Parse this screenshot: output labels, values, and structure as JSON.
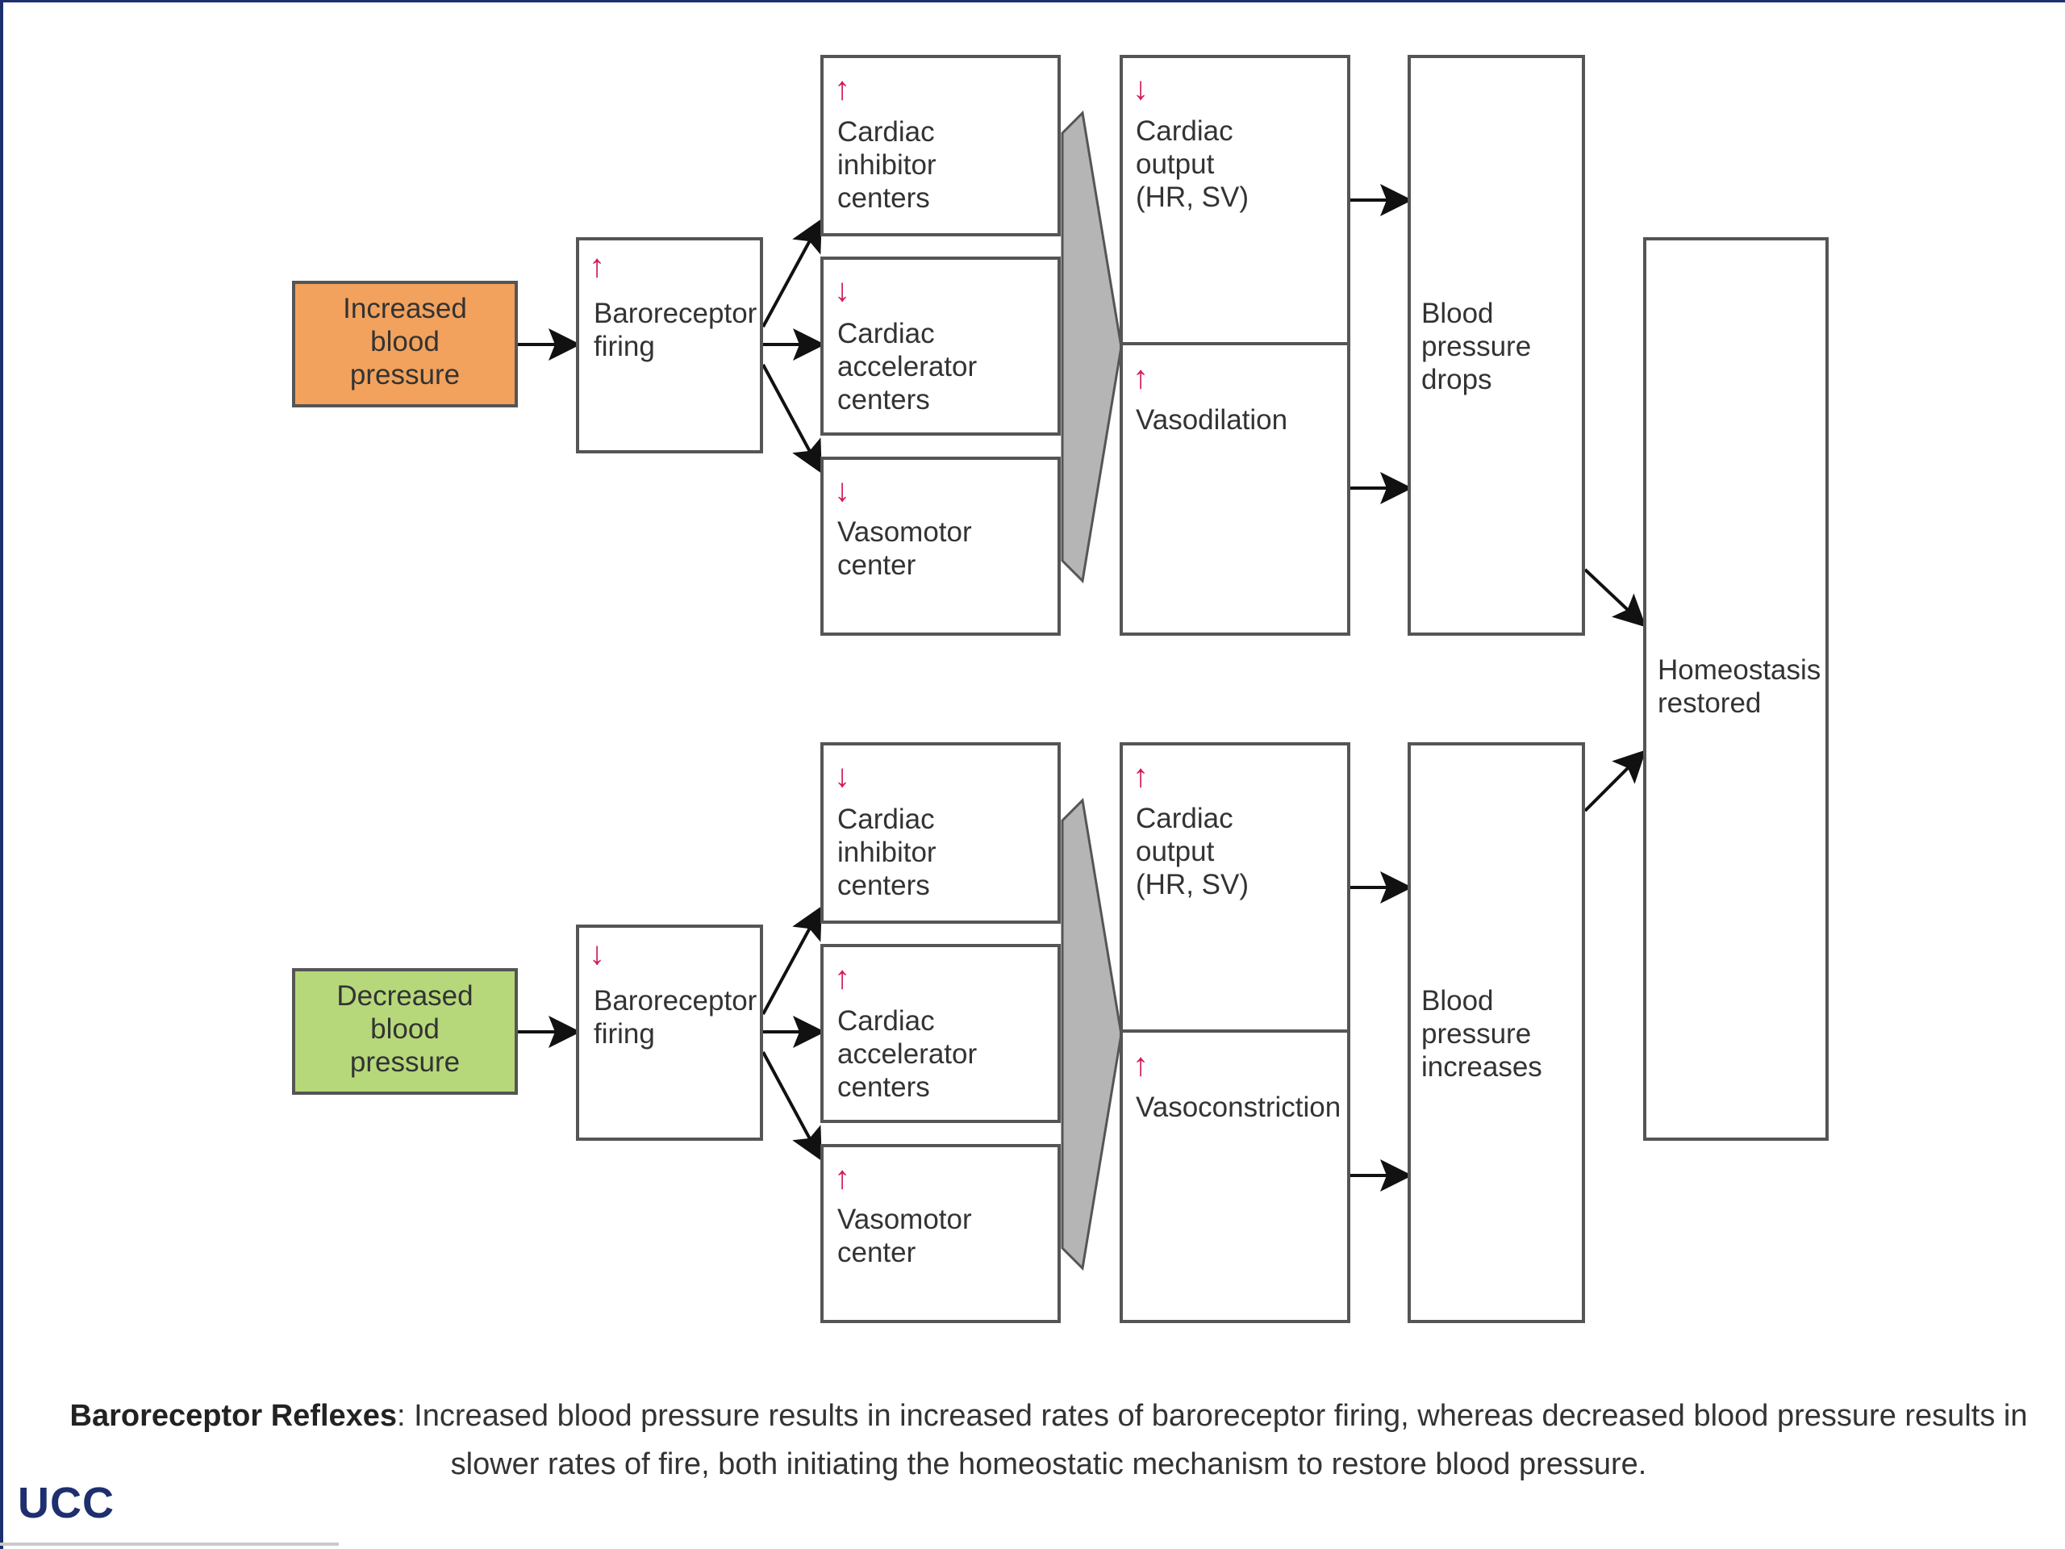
{
  "colors": {
    "increased": "#f2a25d",
    "decreased": "#b6d87a",
    "border": "#555555",
    "arrow_up_down": "#d21a5b",
    "big_arrow": "#b5b5b5",
    "logo": "#1d2f6e"
  },
  "top": {
    "stimulus": [
      "Increased",
      "blood",
      "pressure"
    ],
    "baroreceptor": {
      "direction": "up",
      "lines": [
        "Baroreceptor",
        "firing"
      ]
    },
    "centers": [
      {
        "direction": "up",
        "lines": [
          "Cardiac",
          "inhibitor",
          "centers"
        ]
      },
      {
        "direction": "down",
        "lines": [
          "Cardiac",
          "accelerator",
          "centers"
        ]
      },
      {
        "direction": "down",
        "lines": [
          "Vasomotor",
          "center"
        ]
      }
    ],
    "effects": [
      {
        "direction": "down",
        "lines": [
          "Cardiac",
          "output",
          "(HR, SV)"
        ]
      },
      {
        "direction": "up",
        "lines": [
          "Vasodilation"
        ]
      }
    ],
    "result": [
      "Blood",
      "pressure",
      "drops"
    ]
  },
  "bottom": {
    "stimulus": [
      "Decreased",
      "blood",
      "pressure"
    ],
    "baroreceptor": {
      "direction": "down",
      "lines": [
        "Baroreceptor",
        "firing"
      ]
    },
    "centers": [
      {
        "direction": "down",
        "lines": [
          "Cardiac",
          "inhibitor",
          "centers"
        ]
      },
      {
        "direction": "up",
        "lines": [
          "Cardiac",
          "accelerator",
          "centers"
        ]
      },
      {
        "direction": "up",
        "lines": [
          "Vasomotor",
          "center"
        ]
      }
    ],
    "effects": [
      {
        "direction": "up",
        "lines": [
          "Cardiac",
          "output",
          "(HR, SV)"
        ]
      },
      {
        "direction": "up",
        "lines": [
          "Vasoconstriction"
        ]
      }
    ],
    "result": [
      "Blood",
      "pressure",
      "increases"
    ]
  },
  "homeostasis": [
    "Homeostasis",
    "restored"
  ],
  "caption": {
    "bold": "Baroreceptor Reflexes",
    "text": ": Increased blood pressure results in increased rates of baroreceptor firing, whereas decreased blood pressure results in slower rates of fire, both initiating the homeostatic mechanism to restore blood pressure."
  },
  "logo": "UCC"
}
